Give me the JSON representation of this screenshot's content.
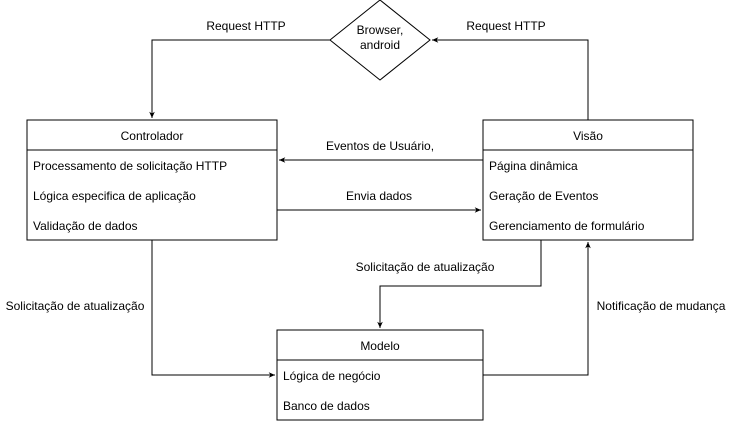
{
  "browser": {
    "label_line1": "Browser,",
    "label_line2": "android"
  },
  "controlador": {
    "title": "Controlador",
    "items": [
      "Processamento de solicitação HTTP",
      "Lógica especifica de aplicação",
      "Validação de dados"
    ]
  },
  "visao": {
    "title": "Visão",
    "items": [
      "Página dinâmica",
      "Geração de Eventos",
      "Gerenciamento de formulário"
    ]
  },
  "modelo": {
    "title": "Modelo",
    "items": [
      "Lógica de negócio",
      "Banco de dados"
    ]
  },
  "edges": {
    "request_left": "Request HTTP",
    "request_right": "Request HTTP",
    "eventos": "Eventos de Usuário,",
    "envia": "Envia dados",
    "sol_center": "Solicitação de atualização",
    "sol_left": "Solicitação de atualização",
    "notificacao": "Notificação de mudança"
  }
}
